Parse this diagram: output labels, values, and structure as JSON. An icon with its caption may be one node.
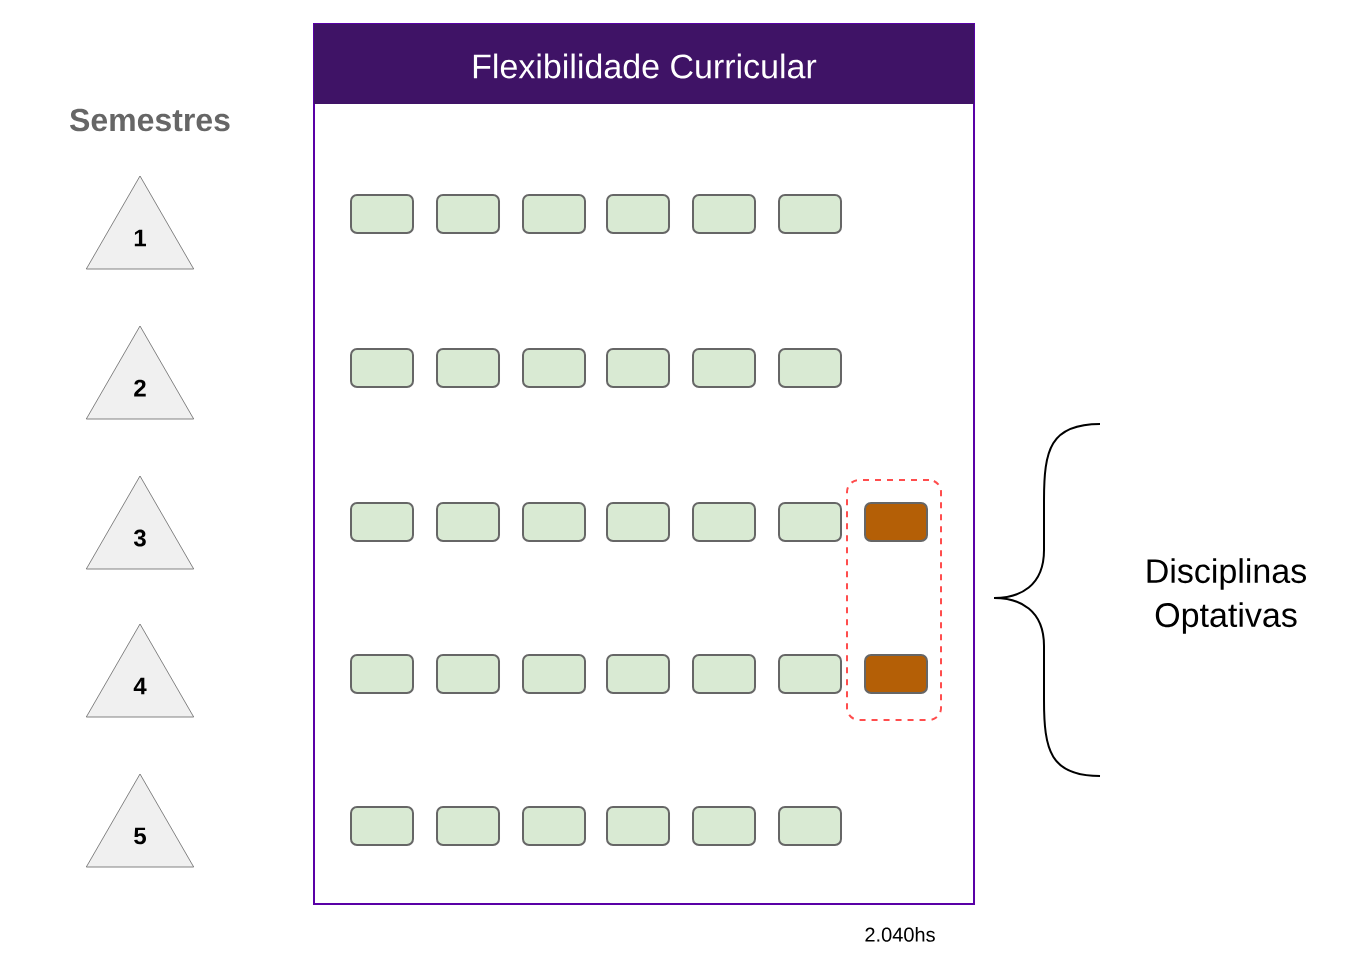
{
  "diagram": {
    "nodes": [
      {
        "text": [
          "Flexibilidade Curricular"
        ],
        "beside": [
          "2.040hs"
        ]
      },
      {
        "text": [
          "1"
        ]
      },
      {
        "text": [
          "2"
        ]
      },
      {
        "text": [
          "3"
        ]
      },
      {
        "text": [
          "4"
        ]
      },
      {
        "text": [
          "5"
        ]
      },
      {
        "text": [],
        "shape": "box",
        "in": 0
      },
      {
        "text": [],
        "shape": "box",
        "in": 0
      },
      {
        "text": [],
        "shape": "box",
        "in": 0
      },
      {
        "text": [],
        "shape": "box",
        "in": 0
      },
      {
        "text": [],
        "shape": "box",
        "in": 0
      },
      {
        "text": [],
        "shape": "box",
        "in": 0
      },
      {
        "text": [],
        "shape": "box",
        "in": 0
      },
      {
        "text": [],
        "shape": "box",
        "in": 0
      },
      {
        "text": [],
        "shape": "box",
        "in": 0
      },
      {
        "text": [],
        "shape": "box",
        "in": 0
      },
      {
        "text": [],
        "shape": "box",
        "in": 0
      },
      {
        "text": [],
        "shape": "box",
        "in": 0
      },
      {
        "text": [],
        "shape": "box",
        "in": 0
      },
      {
        "text": [],
        "shape": "box",
        "in": 0
      },
      {
        "text": [],
        "shape": "box",
        "in": 0
      },
      {
        "text": [],
        "shape": "box",
        "in": 0
      },
      {
        "text": [],
        "shape": "box",
        "in": 0
      },
      {
        "text": [],
        "shape": "box",
        "in": 0
      },
      {
        "text": [],
        "shape": "box",
        "in": 0
      },
      {
        "text": [],
        "shape": "box",
        "in": 24
      },
      {
        "text": [],
        "shape": "box",
        "in": 0
      },
      {
        "text": [],
        "shape": "box",
        "in": 0
      },
      {
        "text": [],
        "shape": "box",
        "in": 0
      },
      {
        "text": [],
        "shape": "box",
        "in": 0
      },
      {
        "text": [],
        "shape": "box",
        "in": 0
      },
      {
        "text": [],
        "shape": "box",
        "in": 0
      },
      {
        "text": [],
        "shape": "box",
        "in": 24
      },
      {
        "text": [],
        "shape": "box",
        "in": 0
      },
      {
        "text": [],
        "shape": "box",
        "in": 0
      },
      {
        "text": [],
        "shape": "box",
        "in": 0
      },
      {
        "text": [],
        "shape": "box",
        "in": 0
      },
      {
        "text": [],
        "shape": "box",
        "in": 0
      },
      {
        "text": [],
        "shape": "box",
        "in": 0
      }
    ],
    "labels": [
      "Semestres",
      "Disciplinas Optativas"
    ]
  }
}
